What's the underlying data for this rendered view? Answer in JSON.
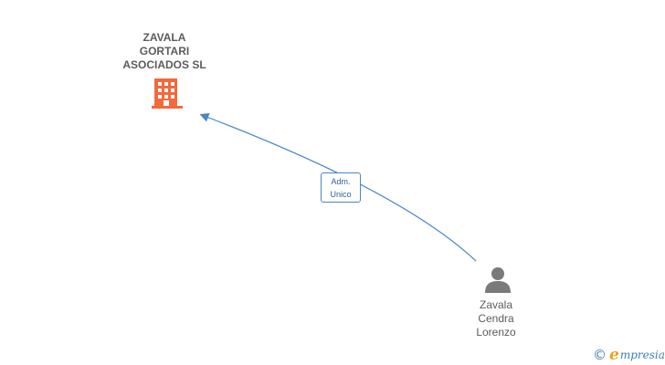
{
  "company": {
    "name": "ZAVALA\nGORTARI\nASOCIADOS SL",
    "icon": "building-icon",
    "color": "#f26a3b"
  },
  "relation": {
    "label": "Adm.\nUnico",
    "color": "#4a86c8"
  },
  "person": {
    "name": "Zavala\nCendra\nLorenzo",
    "icon": "person-icon",
    "color": "#7a7a7a"
  },
  "watermark": {
    "symbol": "©",
    "brand_initial": "e",
    "brand_rest": "mpresia"
  }
}
